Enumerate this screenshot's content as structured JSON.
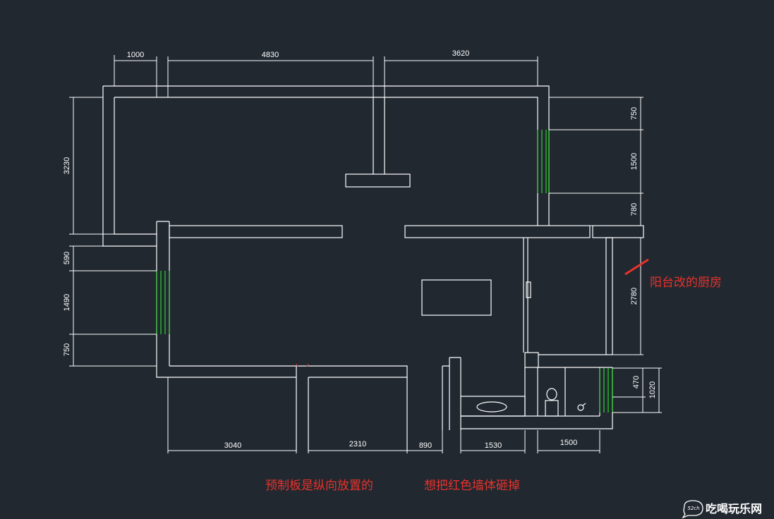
{
  "dimensions": {
    "top": [
      "1000",
      "4830",
      "3620"
    ],
    "left_upper": "3230",
    "left_lower": [
      "590",
      "1490",
      "750"
    ],
    "right": [
      "750",
      "1500",
      "780",
      "2780"
    ],
    "right_small": [
      "470",
      "1020"
    ],
    "bottom": [
      "3040",
      "2310",
      "890",
      "1530",
      "1500"
    ]
  },
  "annotations": {
    "balcony_note": "阳台改的厨房",
    "slab_note": "预制板是纵向放置的",
    "demolish_note": "想把红色墙体砸掉"
  },
  "watermark": {
    "logo_text": "52ch",
    "site_name": "吃喝玩乐网"
  },
  "colors": {
    "background": "#212830",
    "lines": "#ffffff",
    "windows": "#2fd12f",
    "notes": "#e8322b"
  }
}
